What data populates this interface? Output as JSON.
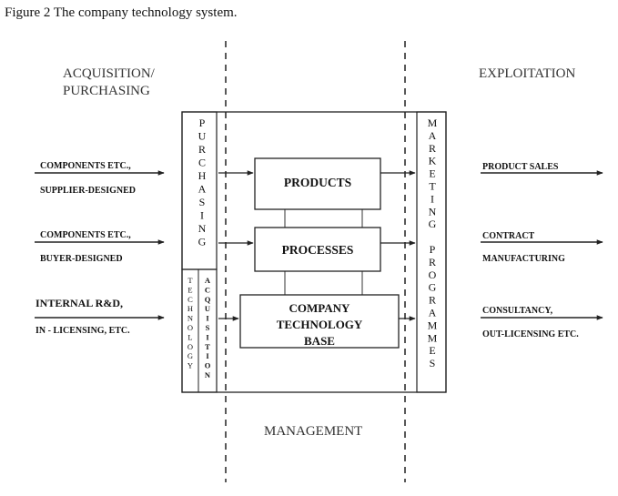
{
  "caption": "Figure 2 The company technology system.",
  "headings": {
    "left": [
      "ACQUISITION/",
      "PURCHASING"
    ],
    "right": "EXPLOITATION",
    "bottom": "MANAGEMENT"
  },
  "boxes": {
    "products": "PRODUCTS",
    "processes": "PROCESSES",
    "base": [
      "COMPANY",
      "TECHNOLOGY",
      "BASE"
    ]
  },
  "vertical_labels": {
    "purchasing": "PURCHASING",
    "technology": "TECHNOLOGY",
    "acquisition": "ACQUISITION",
    "marketing_programmes": "MARKETING PROGRAMMES"
  },
  "inputs": [
    {
      "top": "COMPONENTS ETC.,",
      "bottom": "SUPPLIER-DESIGNED"
    },
    {
      "top": "COMPONENTS ETC.,",
      "bottom": "BUYER-DESIGNED"
    },
    {
      "top": "INTERNAL R&D,",
      "bottom": "IN - LICENSING, ETC."
    }
  ],
  "outputs": [
    {
      "top": "PRODUCT SALES",
      "bottom": ""
    },
    {
      "top": "CONTRACT",
      "bottom": "MANUFACTURING"
    },
    {
      "top": "CONSULTANCY,",
      "bottom": "OUT-LICENSING ETC."
    }
  ]
}
